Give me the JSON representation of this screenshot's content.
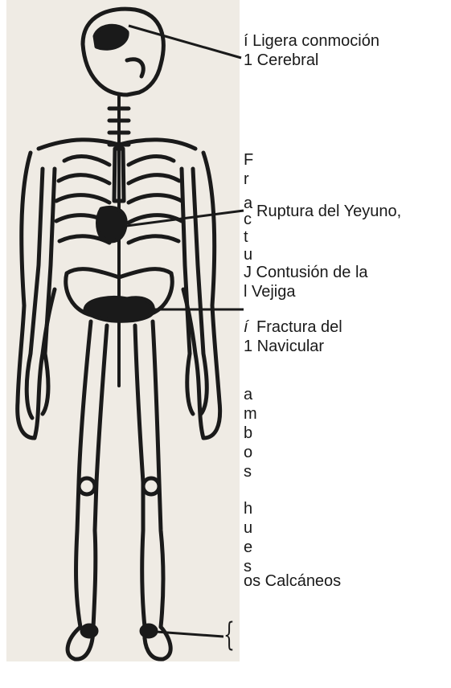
{
  "labels": {
    "cerebral_line1": "í Ligera  conmoción",
    "cerebral_line2": "1 Cerebral",
    "yeyuno": "Ruptura  del  Yeyuno,",
    "vejiga_line1": "J Contusión  de  la",
    "vejiga_line2": "l Vejiga",
    "navicular_line1": "Fractura  del",
    "navicular_prefix": "í",
    "navicular_line2": "1 Navicular",
    "calcaneos": "os  Calcáneos"
  },
  "vertical_text": {
    "fractura_letters": [
      "F",
      "r",
      "a",
      "c",
      "t",
      "u"
    ],
    "ambos_letters": [
      "a",
      "m",
      "b",
      "o",
      "s"
    ],
    "hues_letters": [
      "h",
      "u",
      "e",
      "s"
    ]
  },
  "brace_glyph": "{",
  "colors": {
    "ink": "#1a1a1a",
    "paper": "#efebe4"
  }
}
